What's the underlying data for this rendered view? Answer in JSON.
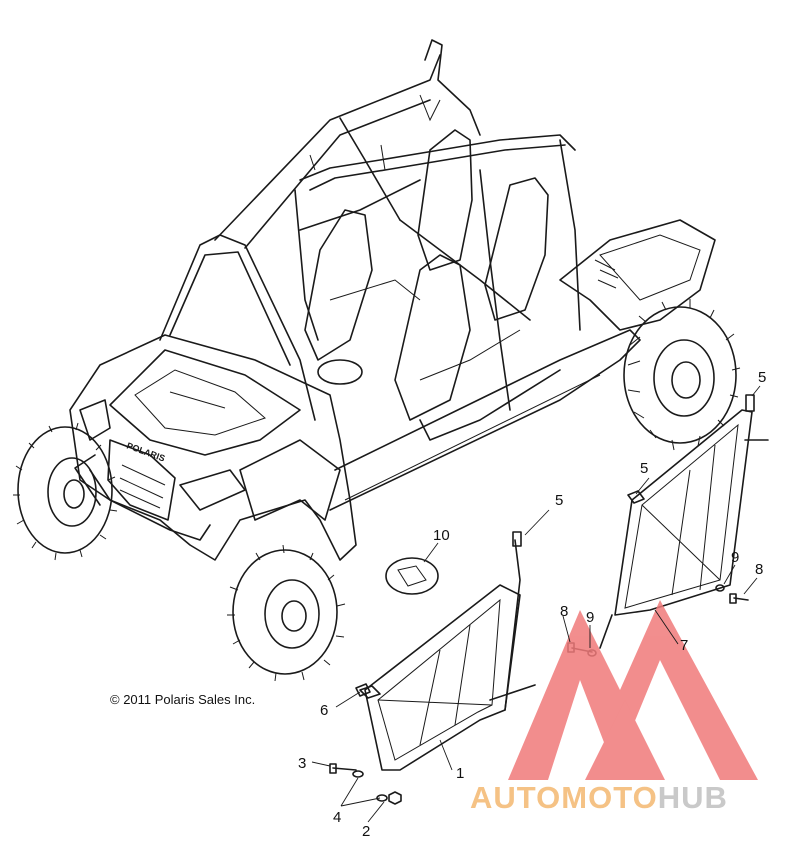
{
  "copyright": "© 2011 Polaris Sales Inc.",
  "callouts": {
    "c1": "1",
    "c2": "2",
    "c3": "3",
    "c4": "4",
    "c5a": "5",
    "c5b": "5",
    "c5c": "5",
    "c6": "6",
    "c7": "7",
    "c8a": "8",
    "c8b": "8",
    "c9a": "9",
    "c9b": "9",
    "c10": "10"
  },
  "vehicle": {
    "grille_badge": "POLARIS"
  },
  "watermark": {
    "part1": "AUTOMOTO",
    "part2": "HUB",
    "color1": "#f5c285",
    "color2": "#c9c9c9",
    "logo_color": "#f07a7a"
  }
}
